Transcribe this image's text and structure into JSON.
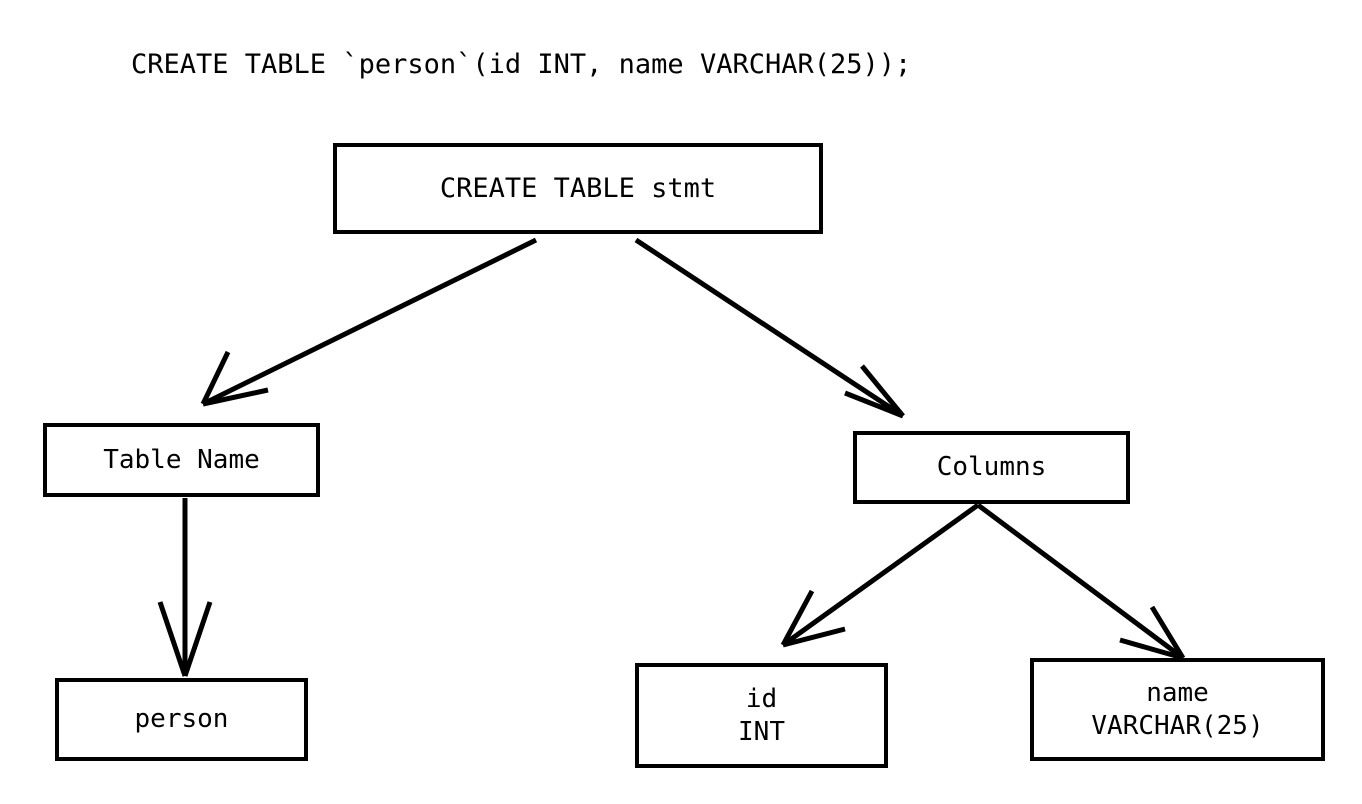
{
  "diagram": {
    "title_caption": "CREATE TABLE `person`(id INT, name VARCHAR(25));",
    "type": "parse-tree",
    "background_color": "#ffffff",
    "stroke_color": "#000000",
    "nodes": [
      {
        "id": "root",
        "label": "CREATE TABLE stmt",
        "line2": ""
      },
      {
        "id": "tablename",
        "label": "Table Name",
        "line2": ""
      },
      {
        "id": "columns",
        "label": "Columns",
        "line2": ""
      },
      {
        "id": "person",
        "label": "person",
        "line2": ""
      },
      {
        "id": "col_id",
        "label": "id",
        "line2": "INT"
      },
      {
        "id": "col_name",
        "label": "name",
        "line2": "VARCHAR(25)"
      }
    ],
    "edges": [
      {
        "from": "root",
        "to": "tablename",
        "style": "open-arrow"
      },
      {
        "from": "root",
        "to": "columns",
        "style": "open-arrow"
      },
      {
        "from": "tablename",
        "to": "person",
        "style": "open-arrow"
      },
      {
        "from": "columns",
        "to": "col_id",
        "style": "open-arrow"
      },
      {
        "from": "columns",
        "to": "col_name",
        "style": "open-arrow"
      }
    ]
  }
}
